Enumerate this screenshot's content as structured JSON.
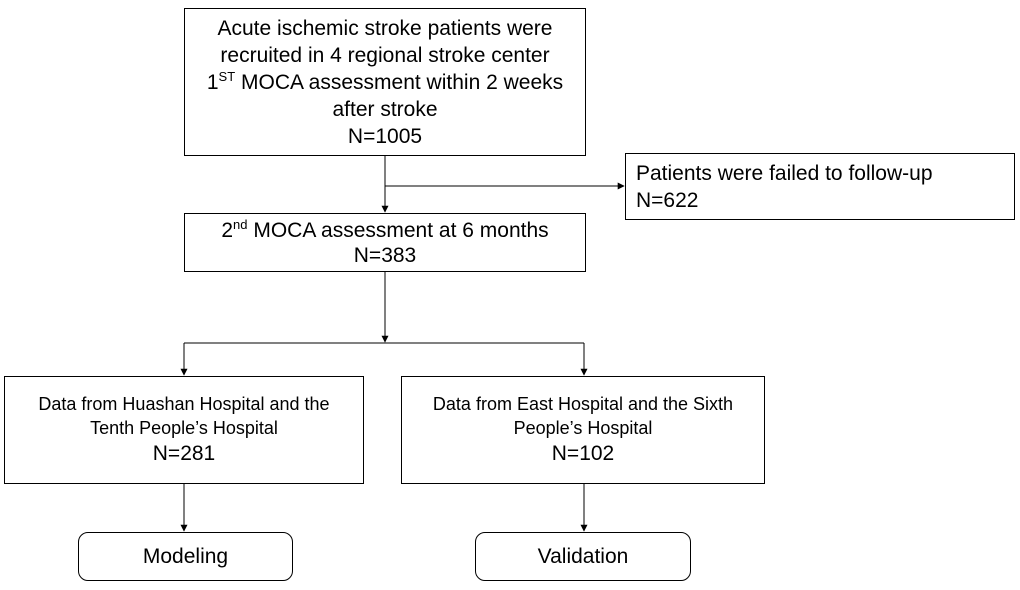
{
  "enrollment": {
    "line1": "Acute ischemic stroke patients were",
    "line2": "recruited in 4 regional stroke center",
    "line3_prefix": "1",
    "line3_sup": "ST",
    "line3_rest": " MOCA assessment within 2 weeks",
    "line4": "after stroke",
    "count": "N=1005"
  },
  "lost_to_followup": {
    "line1": "Patients were failed to follow-up",
    "count": "N=622"
  },
  "second_assessment": {
    "prefix": "2",
    "sup": "nd",
    "rest": " MOCA assessment at 6 months",
    "count": "N=383"
  },
  "modeling_data": {
    "line1": "Data from Huashan Hospital and the",
    "line2": "Tenth People’s Hospital",
    "count": "N=281"
  },
  "validation_data": {
    "line1": "Data from East Hospital and the Sixth",
    "line2": "People’s Hospital",
    "count": "N=102"
  },
  "outcomes": {
    "modeling": "Modeling",
    "validation": "Validation"
  }
}
